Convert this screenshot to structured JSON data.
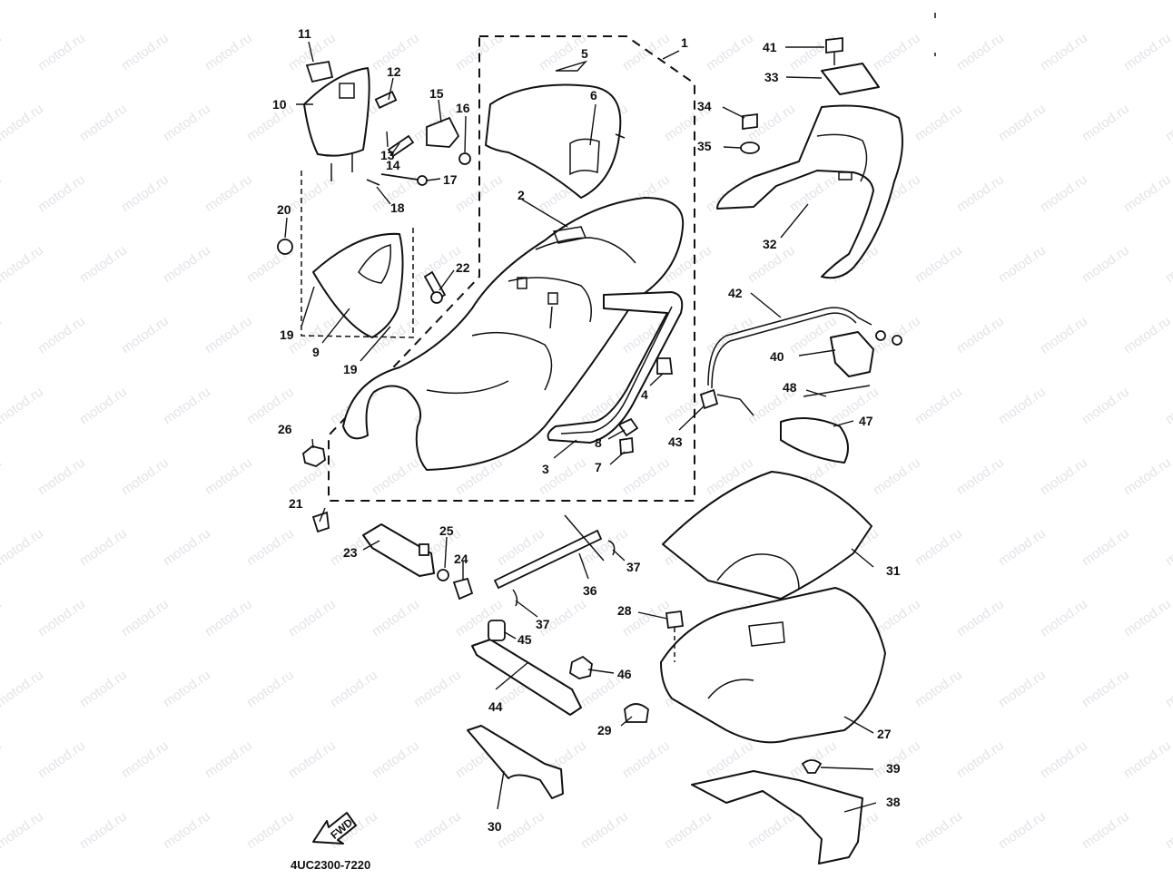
{
  "diagram": {
    "part_code": "4UC2300-7220",
    "fwd_label": "FWD",
    "watermark": "motod.ru",
    "callouts": [
      {
        "id": "c1",
        "label": "1"
      },
      {
        "id": "c2",
        "label": "2"
      },
      {
        "id": "c3",
        "label": "3"
      },
      {
        "id": "c4",
        "label": "4"
      },
      {
        "id": "c5",
        "label": "5"
      },
      {
        "id": "c6",
        "label": "6"
      },
      {
        "id": "c7",
        "label": "7"
      },
      {
        "id": "c8",
        "label": "8"
      },
      {
        "id": "c9",
        "label": "9"
      },
      {
        "id": "c10",
        "label": "10"
      },
      {
        "id": "c11",
        "label": "11"
      },
      {
        "id": "c12",
        "label": "12"
      },
      {
        "id": "c13",
        "label": "13"
      },
      {
        "id": "c14",
        "label": "14"
      },
      {
        "id": "c15",
        "label": "15"
      },
      {
        "id": "c16",
        "label": "16"
      },
      {
        "id": "c17",
        "label": "17"
      },
      {
        "id": "c18",
        "label": "18"
      },
      {
        "id": "c19a",
        "label": "19"
      },
      {
        "id": "c19b",
        "label": "19"
      },
      {
        "id": "c20",
        "label": "20"
      },
      {
        "id": "c21",
        "label": "21"
      },
      {
        "id": "c22",
        "label": "22"
      },
      {
        "id": "c23",
        "label": "23"
      },
      {
        "id": "c24",
        "label": "24"
      },
      {
        "id": "c25",
        "label": "25"
      },
      {
        "id": "c26",
        "label": "26"
      },
      {
        "id": "c27",
        "label": "27"
      },
      {
        "id": "c28",
        "label": "28"
      },
      {
        "id": "c29",
        "label": "29"
      },
      {
        "id": "c30",
        "label": "30"
      },
      {
        "id": "c31",
        "label": "31"
      },
      {
        "id": "c32",
        "label": "32"
      },
      {
        "id": "c33",
        "label": "33"
      },
      {
        "id": "c34",
        "label": "34"
      },
      {
        "id": "c35",
        "label": "35"
      },
      {
        "id": "c36",
        "label": "36"
      },
      {
        "id": "c37a",
        "label": "37"
      },
      {
        "id": "c37b",
        "label": "37"
      },
      {
        "id": "c38",
        "label": "38"
      },
      {
        "id": "c39",
        "label": "39"
      },
      {
        "id": "c40",
        "label": "40"
      },
      {
        "id": "c41",
        "label": "41"
      },
      {
        "id": "c42",
        "label": "42"
      },
      {
        "id": "c43",
        "label": "43"
      },
      {
        "id": "c44",
        "label": "44"
      },
      {
        "id": "c45",
        "label": "45"
      },
      {
        "id": "c46",
        "label": "46"
      },
      {
        "id": "c47",
        "label": "47"
      },
      {
        "id": "c48",
        "label": "48"
      }
    ]
  }
}
